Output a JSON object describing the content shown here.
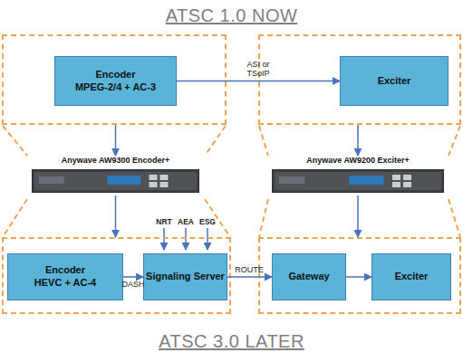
{
  "diagram": {
    "title": "ATSC 1.0 NOW",
    "caption": "ATSC 3.0 LATER",
    "nodes": [
      {
        "text": []
      },
      {
        "text": [
          "Encoder",
          "MPEG-2/4 + AC-3"
        ],
        "in": 0
      },
      {
        "text": []
      },
      {
        "text": [
          "Exciter"
        ],
        "in": 2
      },
      {
        "text": [
          "Anywave AW9300 Encoder+"
        ]
      },
      {
        "text": [
          "Anywave AW9200 Exciter+"
        ]
      },
      {
        "text": []
      },
      {
        "text": [
          "Encoder",
          "HEVC + AC-4"
        ],
        "in": 6
      },
      {
        "text": [
          "Signaling Server"
        ],
        "in": 6
      },
      {
        "text": []
      },
      {
        "text": [
          "Gateway"
        ],
        "in": 9
      },
      {
        "text": [
          "Exciter"
        ],
        "in": 9
      }
    ],
    "edges": [
      {
        "from": 1,
        "to": 3,
        "label": "ASI or TSoIP",
        "arrow": "to"
      },
      {
        "from": 0,
        "to": 4,
        "arrow": "to"
      },
      {
        "from": 2,
        "to": 5,
        "arrow": "to"
      },
      {
        "from": 4,
        "to": 6,
        "arrow": "to"
      },
      {
        "from": 5,
        "to": 9,
        "arrow": "to"
      },
      {
        "from": 7,
        "to": 8,
        "label": "DASH",
        "arrow": "to"
      },
      {
        "from": 8,
        "to": 10,
        "label": "ROUTE",
        "arrow": "to"
      },
      {
        "from": 10,
        "to": 11,
        "arrow": "to"
      }
    ],
    "labels": [
      "NRT",
      "AEA",
      "ESG"
    ]
  }
}
